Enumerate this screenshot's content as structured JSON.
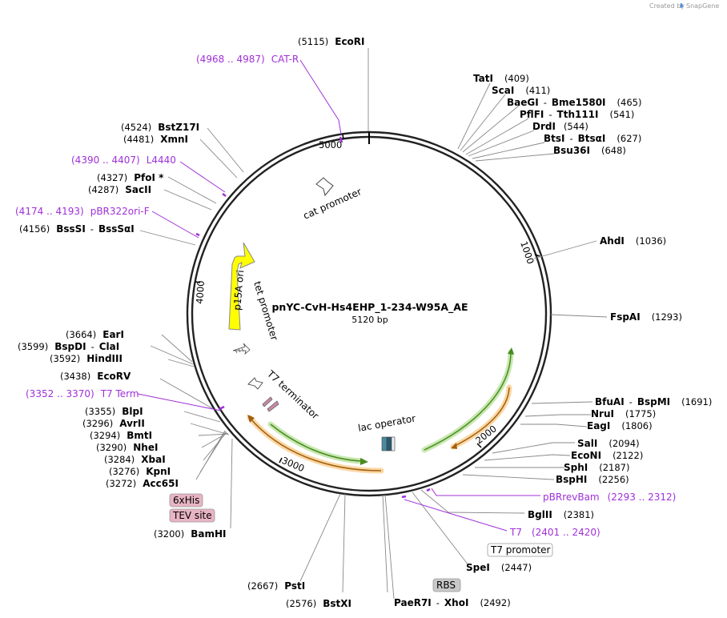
{
  "header": {
    "created_by": "Created by",
    "brand": "SnapGene"
  },
  "plasmid": {
    "name": "pnYC-CvH-Hs4EHP_1-234-W95A_AE",
    "size": "5120 bp"
  },
  "ticks": [
    "1000",
    "2000",
    "3000",
    "4000",
    "5000"
  ],
  "enzymes": [
    {
      "pos": "(5115)",
      "name": "EcoRI"
    },
    {
      "pos": "(409)",
      "name": "TatI"
    },
    {
      "pos": "(411)",
      "name": "ScaI"
    },
    {
      "pos": "(465)",
      "name": "BaeGI",
      "name2": "Bme1580I"
    },
    {
      "pos": "(541)",
      "name": "PflFI",
      "name2": "Tth111I"
    },
    {
      "pos": "(544)",
      "name": "DrdI"
    },
    {
      "pos": "(627)",
      "name": "BtsI",
      "name2": "BtsαI"
    },
    {
      "pos": "(648)",
      "name": "Bsu36I"
    },
    {
      "pos": "(1036)",
      "name": "AhdI"
    },
    {
      "pos": "(1293)",
      "name": "FspAI"
    },
    {
      "pos": "(1691)",
      "name": "BfuAI",
      "name2": "BspMI"
    },
    {
      "pos": "(1775)",
      "name": "NruI"
    },
    {
      "pos": "(1806)",
      "name": "EagI"
    },
    {
      "pos": "(2094)",
      "name": "SalI"
    },
    {
      "pos": "(2122)",
      "name": "EcoNI"
    },
    {
      "pos": "(2187)",
      "name": "SphI"
    },
    {
      "pos": "(2256)",
      "name": "BspHI"
    },
    {
      "pos": "(2381)",
      "name": "BglII"
    },
    {
      "pos": "(2447)",
      "name": "SpeI"
    },
    {
      "pos": "(2492)",
      "name": "PaeR7I",
      "name2": "XhoI"
    },
    {
      "pos": "(2576)",
      "name": "BstXI"
    },
    {
      "pos": "(2667)",
      "name": "PstI"
    },
    {
      "pos": "(3200)",
      "name": "BamHI"
    },
    {
      "pos": "(3272)",
      "name": "Acc65I"
    },
    {
      "pos": "(3276)",
      "name": "KpnI"
    },
    {
      "pos": "(3284)",
      "name": "XbaI"
    },
    {
      "pos": "(3290)",
      "name": "NheI"
    },
    {
      "pos": "(3294)",
      "name": "BmtI"
    },
    {
      "pos": "(3296)",
      "name": "AvrII"
    },
    {
      "pos": "(3355)",
      "name": "BlpI"
    },
    {
      "pos": "(3438)",
      "name": "EcoRV"
    },
    {
      "pos": "(3592)",
      "name": "HindIII"
    },
    {
      "pos": "(3599)",
      "name": "BspDI",
      "name2": "ClaI"
    },
    {
      "pos": "(3664)",
      "name": "EarI"
    },
    {
      "pos": "(4156)",
      "name": "BssSI",
      "name2": "BssSαI"
    },
    {
      "pos": "(4287)",
      "name": "SacII"
    },
    {
      "pos": "(4327)",
      "name": "PfoI *"
    },
    {
      "pos": "(4481)",
      "name": "XmnI"
    },
    {
      "pos": "(4524)",
      "name": "BstZ17I"
    }
  ],
  "primers": [
    {
      "name": "CAT-R",
      "range": "(4968 .. 4987)"
    },
    {
      "name": "L4440",
      "range": "(4390 .. 4407)"
    },
    {
      "name": "pBR322ori-F",
      "range": "(4174 .. 4193)"
    },
    {
      "name": "T7 Term",
      "range": "(3352 .. 3370)"
    },
    {
      "name": "pBRrevBam",
      "range": "(2293 .. 2312)"
    },
    {
      "name": "T7",
      "range": "(2401 .. 2420)"
    }
  ],
  "features": {
    "cat_promoter": "cat promoter",
    "p15a_ori": "p15A ori",
    "tet_promoter": "tet promoter",
    "t7_terminator": "T7 terminator",
    "lac_operator": "lac operator"
  },
  "boxes": {
    "his": "6xHis",
    "tev": "TEV site",
    "t7_promoter": "T7 promoter",
    "rbs": "RBS"
  },
  "colors": {
    "primer": "#a030d8",
    "ori": "#ffff00",
    "green_arrow": "#5aa02c",
    "orange_arrow": "#e8a040",
    "box_pink": "#e8b4c4",
    "box_grey": "#c8c8c8"
  }
}
